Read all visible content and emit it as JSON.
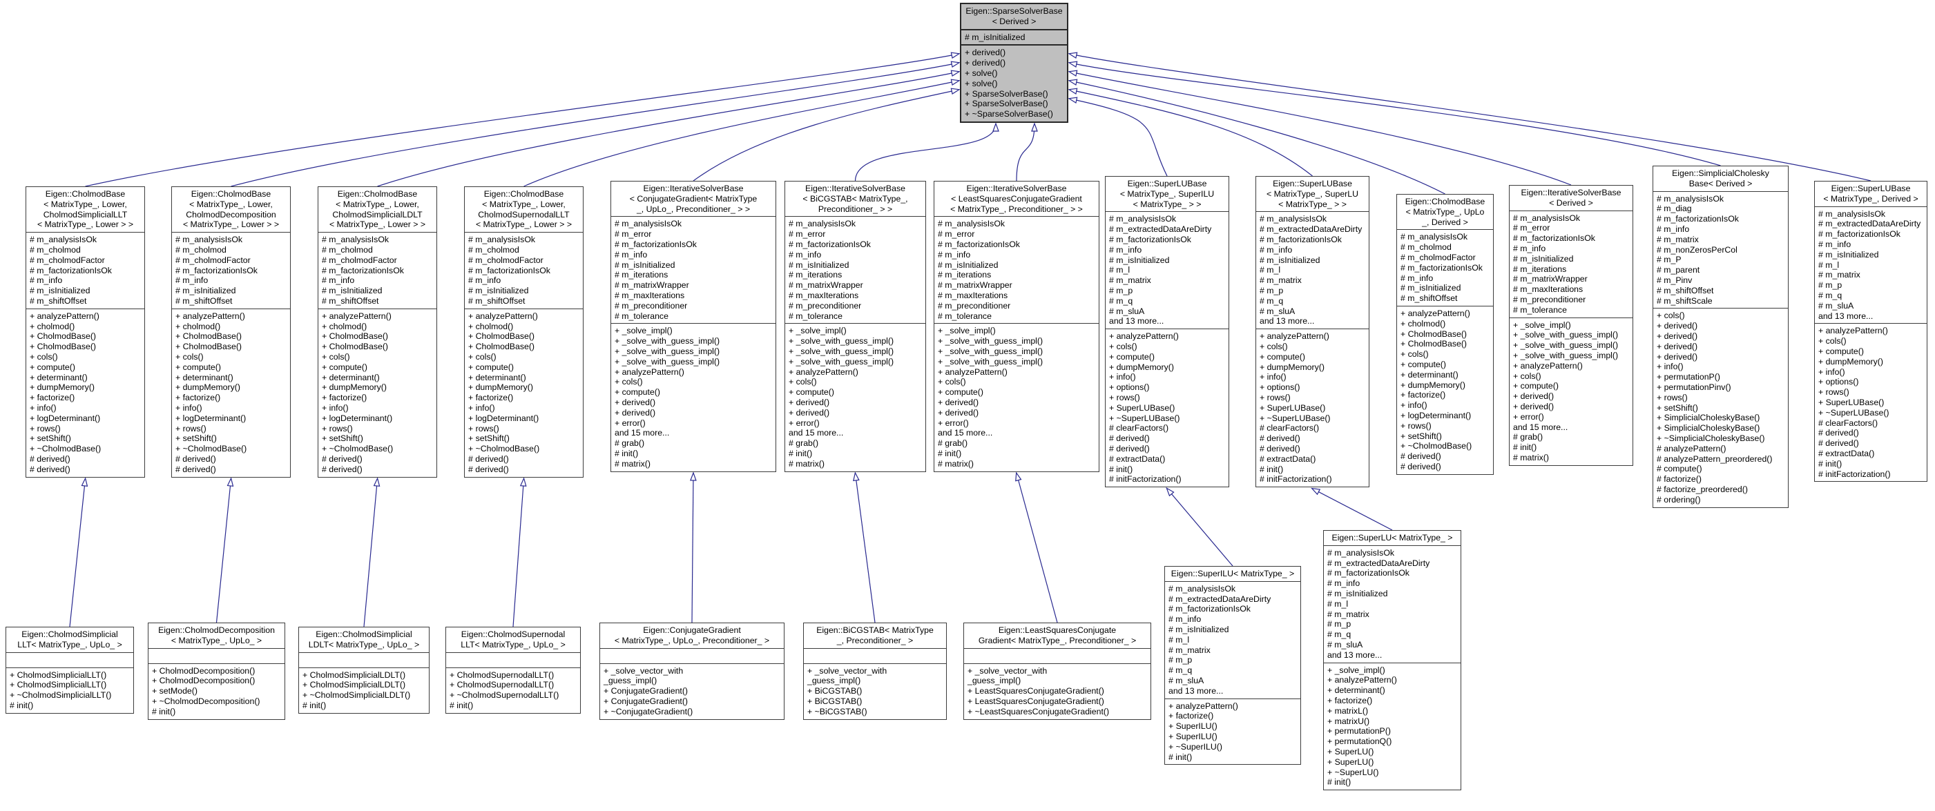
{
  "colors": {
    "edge": "#28288f",
    "box_border": "#3c3c3c",
    "highlight_fill": "#bfbfbf",
    "box_fill": "#ffffff"
  },
  "classes": [
    {
      "id": "top",
      "highlight": true,
      "title_lines": [
        "Eigen::SparseSolverBase",
        "< Derived >"
      ],
      "attributes": [
        "# m_isInitialized"
      ],
      "methods": [
        "+ derived()",
        "+ derived()",
        "+ solve()",
        "+ solve()",
        "+ SparseSolverBase()",
        "+ SparseSolverBase()",
        "+ ~SparseSolverBase()"
      ]
    },
    {
      "id": "b1",
      "inherits": "top",
      "title_lines": [
        "Eigen::CholmodBase",
        "< MatrixType_, Lower,",
        "CholmodSimplicialLLT",
        "< MatrixType_, Lower > >"
      ],
      "attributes": [
        "# m_analysisIsOk",
        "# m_cholmod",
        "# m_cholmodFactor",
        "# m_factorizationIsOk",
        "# m_info",
        "# m_isInitialized",
        "# m_shiftOffset"
      ],
      "methods": [
        "+ analyzePattern()",
        "+ cholmod()",
        "+ CholmodBase()",
        "+ CholmodBase()",
        "+ cols()",
        "+ compute()",
        "+ determinant()",
        "+ dumpMemory()",
        "+ factorize()",
        "+ info()",
        "+ logDeterminant()",
        "+ rows()",
        "+ setShift()",
        "+ ~CholmodBase()",
        "# derived()",
        "# derived()"
      ]
    },
    {
      "id": "b2",
      "inherits": "top",
      "title_lines": [
        "Eigen::CholmodBase",
        "< MatrixType_, Lower,",
        "CholmodDecomposition",
        "< MatrixType_, Lower > >"
      ],
      "attributes": [
        "# m_analysisIsOk",
        "# m_cholmod",
        "# m_cholmodFactor",
        "# m_factorizationIsOk",
        "# m_info",
        "# m_isInitialized",
        "# m_shiftOffset"
      ],
      "methods": [
        "+ analyzePattern()",
        "+ cholmod()",
        "+ CholmodBase()",
        "+ CholmodBase()",
        "+ cols()",
        "+ compute()",
        "+ determinant()",
        "+ dumpMemory()",
        "+ factorize()",
        "+ info()",
        "+ logDeterminant()",
        "+ rows()",
        "+ setShift()",
        "+ ~CholmodBase()",
        "# derived()",
        "# derived()"
      ]
    },
    {
      "id": "b3",
      "inherits": "top",
      "title_lines": [
        "Eigen::CholmodBase",
        "< MatrixType_, Lower,",
        "CholmodSimplicialLDLT",
        "< MatrixType_, Lower > >"
      ],
      "attributes": [
        "# m_analysisIsOk",
        "# m_cholmod",
        "# m_cholmodFactor",
        "# m_factorizationIsOk",
        "# m_info",
        "# m_isInitialized",
        "# m_shiftOffset"
      ],
      "methods": [
        "+ analyzePattern()",
        "+ cholmod()",
        "+ CholmodBase()",
        "+ CholmodBase()",
        "+ cols()",
        "+ compute()",
        "+ determinant()",
        "+ dumpMemory()",
        "+ factorize()",
        "+ info()",
        "+ logDeterminant()",
        "+ rows()",
        "+ setShift()",
        "+ ~CholmodBase()",
        "# derived()",
        "# derived()"
      ]
    },
    {
      "id": "b4",
      "inherits": "top",
      "title_lines": [
        "Eigen::CholmodBase",
        "< MatrixType_, Lower,",
        "CholmodSupernodalLLT",
        "< MatrixType_, Lower > >"
      ],
      "attributes": [
        "# m_analysisIsOk",
        "# m_cholmod",
        "# m_cholmodFactor",
        "# m_factorizationIsOk",
        "# m_info",
        "# m_isInitialized",
        "# m_shiftOffset"
      ],
      "methods": [
        "+ analyzePattern()",
        "+ cholmod()",
        "+ CholmodBase()",
        "+ CholmodBase()",
        "+ cols()",
        "+ compute()",
        "+ determinant()",
        "+ dumpMemory()",
        "+ factorize()",
        "+ info()",
        "+ logDeterminant()",
        "+ rows()",
        "+ setShift()",
        "+ ~CholmodBase()",
        "# derived()",
        "# derived()"
      ]
    },
    {
      "id": "b5",
      "inherits": "top",
      "title_lines": [
        "Eigen::IterativeSolverBase",
        "< ConjugateGradient< MatrixType",
        "_, UpLo_, Preconditioner_ > >"
      ],
      "attributes": [
        "# m_analysisIsOk",
        "# m_error",
        "# m_factorizationIsOk",
        "# m_info",
        "# m_isInitialized",
        "# m_iterations",
        "# m_matrixWrapper",
        "# m_maxIterations",
        "# m_preconditioner",
        "# m_tolerance"
      ],
      "methods": [
        "+ _solve_impl()",
        "+ _solve_with_guess_impl()",
        "+ _solve_with_guess_impl()",
        "+ _solve_with_guess_impl()",
        "+ analyzePattern()",
        "+ cols()",
        "+ compute()",
        "+ derived()",
        "+ derived()",
        "+ error()",
        "and 15 more...",
        "# grab()",
        "# init()",
        "# matrix()"
      ]
    },
    {
      "id": "b6",
      "inherits": "top",
      "title_lines": [
        "Eigen::IterativeSolverBase",
        "< BiCGSTAB< MatrixType_,",
        "Preconditioner_ > >"
      ],
      "attributes": [
        "# m_analysisIsOk",
        "# m_error",
        "# m_factorizationIsOk",
        "# m_info",
        "# m_isInitialized",
        "# m_iterations",
        "# m_matrixWrapper",
        "# m_maxIterations",
        "# m_preconditioner",
        "# m_tolerance"
      ],
      "methods": [
        "+ _solve_impl()",
        "+ _solve_with_guess_impl()",
        "+ _solve_with_guess_impl()",
        "+ _solve_with_guess_impl()",
        "+ analyzePattern()",
        "+ cols()",
        "+ compute()",
        "+ derived()",
        "+ derived()",
        "+ error()",
        "and 15 more...",
        "# grab()",
        "# init()",
        "# matrix()"
      ]
    },
    {
      "id": "b7",
      "inherits": "top",
      "title_lines": [
        "Eigen::IterativeSolverBase",
        "< LeastSquaresConjugateGradient",
        "< MatrixType_, Preconditioner_ > >"
      ],
      "attributes": [
        "# m_analysisIsOk",
        "# m_error",
        "# m_factorizationIsOk",
        "# m_info",
        "# m_isInitialized",
        "# m_iterations",
        "# m_matrixWrapper",
        "# m_maxIterations",
        "# m_preconditioner",
        "# m_tolerance"
      ],
      "methods": [
        "+ _solve_impl()",
        "+ _solve_with_guess_impl()",
        "+ _solve_with_guess_impl()",
        "+ _solve_with_guess_impl()",
        "+ analyzePattern()",
        "+ cols()",
        "+ compute()",
        "+ derived()",
        "+ derived()",
        "+ error()",
        "and 15 more...",
        "# grab()",
        "# init()",
        "# matrix()"
      ]
    },
    {
      "id": "b8",
      "inherits": "top",
      "title_lines": [
        "Eigen::SuperLUBase",
        "< MatrixType_, SuperILU",
        "< MatrixType_ > >"
      ],
      "attributes": [
        "# m_analysisIsOk",
        "# m_extractedDataAreDirty",
        "# m_factorizationIsOk",
        "# m_info",
        "# m_isInitialized",
        "# m_l",
        "# m_matrix",
        "# m_p",
        "# m_q",
        "# m_sluA",
        "and 13 more..."
      ],
      "methods": [
        "+ analyzePattern()",
        "+ cols()",
        "+ compute()",
        "+ dumpMemory()",
        "+ info()",
        "+ options()",
        "+ rows()",
        "+ SuperLUBase()",
        "+ ~SuperLUBase()",
        "# clearFactors()",
        "# derived()",
        "# derived()",
        "# extractData()",
        "# init()",
        "# initFactorization()"
      ]
    },
    {
      "id": "b9",
      "inherits": "top",
      "title_lines": [
        "Eigen::SuperLUBase",
        "< MatrixType_, SuperLU",
        "< MatrixType_ > >"
      ],
      "attributes": [
        "# m_analysisIsOk",
        "# m_extractedDataAreDirty",
        "# m_factorizationIsOk",
        "# m_info",
        "# m_isInitialized",
        "# m_l",
        "# m_matrix",
        "# m_p",
        "# m_q",
        "# m_sluA",
        "and 13 more..."
      ],
      "methods": [
        "+ analyzePattern()",
        "+ cols()",
        "+ compute()",
        "+ dumpMemory()",
        "+ info()",
        "+ options()",
        "+ rows()",
        "+ SuperLUBase()",
        "+ ~SuperLUBase()",
        "# clearFactors()",
        "# derived()",
        "# derived()",
        "# extractData()",
        "# init()",
        "# initFactorization()"
      ]
    },
    {
      "id": "b10",
      "inherits": "top",
      "title_lines": [
        "Eigen::CholmodBase",
        "< MatrixType_, UpLo",
        "_, Derived >"
      ],
      "attributes": [
        "# m_analysisIsOk",
        "# m_cholmod",
        "# m_cholmodFactor",
        "# m_factorizationIsOk",
        "# m_info",
        "# m_isInitialized",
        "# m_shiftOffset"
      ],
      "methods": [
        "+ analyzePattern()",
        "+ cholmod()",
        "+ CholmodBase()",
        "+ CholmodBase()",
        "+ cols()",
        "+ compute()",
        "+ determinant()",
        "+ dumpMemory()",
        "+ factorize()",
        "+ info()",
        "+ logDeterminant()",
        "+ rows()",
        "+ setShift()",
        "+ ~CholmodBase()",
        "# derived()",
        "# derived()"
      ]
    },
    {
      "id": "b11",
      "inherits": "top",
      "title_lines": [
        "Eigen::IterativeSolverBase",
        "< Derived >"
      ],
      "attributes": [
        "# m_analysisIsOk",
        "# m_error",
        "# m_factorizationIsOk",
        "# m_info",
        "# m_isInitialized",
        "# m_iterations",
        "# m_matrixWrapper",
        "# m_maxIterations",
        "# m_preconditioner",
        "# m_tolerance"
      ],
      "methods": [
        "+ _solve_impl()",
        "+ _solve_with_guess_impl()",
        "+ _solve_with_guess_impl()",
        "+ _solve_with_guess_impl()",
        "+ analyzePattern()",
        "+ cols()",
        "+ compute()",
        "+ derived()",
        "+ derived()",
        "+ error()",
        "and 15 more...",
        "# grab()",
        "# init()",
        "# matrix()"
      ]
    },
    {
      "id": "b12",
      "inherits": "top",
      "title_lines": [
        "Eigen::SimplicialCholesky",
        "Base< Derived >"
      ],
      "attributes": [
        "# m_analysisIsOk",
        "# m_diag",
        "# m_factorizationIsOk",
        "# m_info",
        "# m_matrix",
        "# m_nonZerosPerCol",
        "# m_P",
        "# m_parent",
        "# m_Pinv",
        "# m_shiftOffset",
        "# m_shiftScale"
      ],
      "methods": [
        "+ cols()",
        "+ derived()",
        "+ derived()",
        "+ derived()",
        "+ derived()",
        "+ info()",
        "+ permutationP()",
        "+ permutationPinv()",
        "+ rows()",
        "+ setShift()",
        "+ SimplicialCholeskyBase()",
        "+ SimplicialCholeskyBase()",
        "+ ~SimplicialCholeskyBase()",
        "# analyzePattern()",
        "# analyzePattern_preordered()",
        "# compute()",
        "# factorize()",
        "# factorize_preordered()",
        "# ordering()"
      ]
    },
    {
      "id": "b13",
      "inherits": "top",
      "title_lines": [
        "Eigen::SuperLUBase",
        "< MatrixType_, Derived >"
      ],
      "attributes": [
        "# m_analysisIsOk",
        "# m_extractedDataAreDirty",
        "# m_factorizationIsOk",
        "# m_info",
        "# m_isInitialized",
        "# m_l",
        "# m_matrix",
        "# m_p",
        "# m_q",
        "# m_sluA",
        "and 13 more..."
      ],
      "methods": [
        "+ analyzePattern()",
        "+ cols()",
        "+ compute()",
        "+ dumpMemory()",
        "+ info()",
        "+ options()",
        "+ rows()",
        "+ SuperLUBase()",
        "+ ~SuperLUBase()",
        "# clearFactors()",
        "# derived()",
        "# derived()",
        "# extractData()",
        "# init()",
        "# initFactorization()"
      ]
    },
    {
      "id": "c1",
      "inherits": "b1",
      "title_lines": [
        "Eigen::CholmodSimplicial",
        "LLT< MatrixType_, UpLo_ >"
      ],
      "attributes": [],
      "methods": [
        "+ CholmodSimplicialLLT()",
        "+ CholmodSimplicialLLT()",
        "+ ~CholmodSimplicialLLT()",
        "# init()"
      ]
    },
    {
      "id": "c2",
      "inherits": "b2",
      "title_lines": [
        "Eigen::CholmodDecomposition",
        "< MatrixType_, UpLo_ >"
      ],
      "attributes": [],
      "methods": [
        "+ CholmodDecomposition()",
        "+ CholmodDecomposition()",
        "+ setMode()",
        "+ ~CholmodDecomposition()",
        "# init()"
      ]
    },
    {
      "id": "c3",
      "inherits": "b3",
      "title_lines": [
        "Eigen::CholmodSimplicial",
        "LDLT< MatrixType_, UpLo_ >"
      ],
      "attributes": [],
      "methods": [
        "+ CholmodSimplicialLDLT()",
        "+ CholmodSimplicialLDLT()",
        "+ ~CholmodSimplicialLDLT()",
        "# init()"
      ]
    },
    {
      "id": "c4",
      "inherits": "b4",
      "title_lines": [
        "Eigen::CholmodSupernodal",
        "LLT< MatrixType_, UpLo_ >"
      ],
      "attributes": [],
      "methods": [
        "+ CholmodSupernodalLLT()",
        "+ CholmodSupernodalLLT()",
        "+ ~CholmodSupernodalLLT()",
        "# init()"
      ]
    },
    {
      "id": "c5",
      "inherits": "b5",
      "title_lines": [
        "Eigen::ConjugateGradient",
        "< MatrixType_, UpLo_, Preconditioner_ >"
      ],
      "attributes": [],
      "methods": [
        "+ _solve_vector_with",
        "_guess_impl()",
        "+ ConjugateGradient()",
        "+ ConjugateGradient()",
        "+ ~ConjugateGradient()"
      ]
    },
    {
      "id": "c6",
      "inherits": "b6",
      "title_lines": [
        "Eigen::BiCGSTAB< MatrixType",
        "_, Preconditioner_ >"
      ],
      "attributes": [],
      "methods": [
        "+ _solve_vector_with",
        "_guess_impl()",
        "+ BiCGSTAB()",
        "+ BiCGSTAB()",
        "+ ~BiCGSTAB()"
      ]
    },
    {
      "id": "c7",
      "inherits": "b7",
      "title_lines": [
        "Eigen::LeastSquaresConjugate",
        "Gradient< MatrixType_, Preconditioner_ >"
      ],
      "attributes": [],
      "methods": [
        "+ _solve_vector_with",
        "_guess_impl()",
        "+ LeastSquaresConjugateGradient()",
        "+ LeastSquaresConjugateGradient()",
        "+ ~LeastSquaresConjugateGradient()"
      ]
    },
    {
      "id": "c8",
      "inherits": "b8",
      "title_lines": [
        "Eigen::SuperILU< MatrixType_ >"
      ],
      "attributes": [
        "# m_analysisIsOk",
        "# m_extractedDataAreDirty",
        "# m_factorizationIsOk",
        "# m_info",
        "# m_isInitialized",
        "# m_l",
        "# m_matrix",
        "# m_p",
        "# m_q",
        "# m_sluA",
        "and 13 more..."
      ],
      "methods": [
        "+ analyzePattern()",
        "+ factorize()",
        "+ SuperILU()",
        "+ SuperILU()",
        "+ ~SuperILU()",
        "# init()"
      ]
    },
    {
      "id": "c9",
      "inherits": "b9",
      "title_lines": [
        "Eigen::SuperLU< MatrixType_ >"
      ],
      "attributes": [
        "# m_analysisIsOk",
        "# m_extractedDataAreDirty",
        "# m_factorizationIsOk",
        "# m_info",
        "# m_isInitialized",
        "# m_l",
        "# m_matrix",
        "# m_p",
        "# m_q",
        "# m_sluA",
        "and 13 more..."
      ],
      "methods": [
        "+ _solve_impl()",
        "+ analyzePattern()",
        "+ determinant()",
        "+ factorize()",
        "+ matrixL()",
        "+ matrixU()",
        "+ permutationP()",
        "+ permutationQ()",
        "+ SuperLU()",
        "+ SuperLU()",
        "+ ~SuperLU()",
        "# init()"
      ]
    }
  ]
}
